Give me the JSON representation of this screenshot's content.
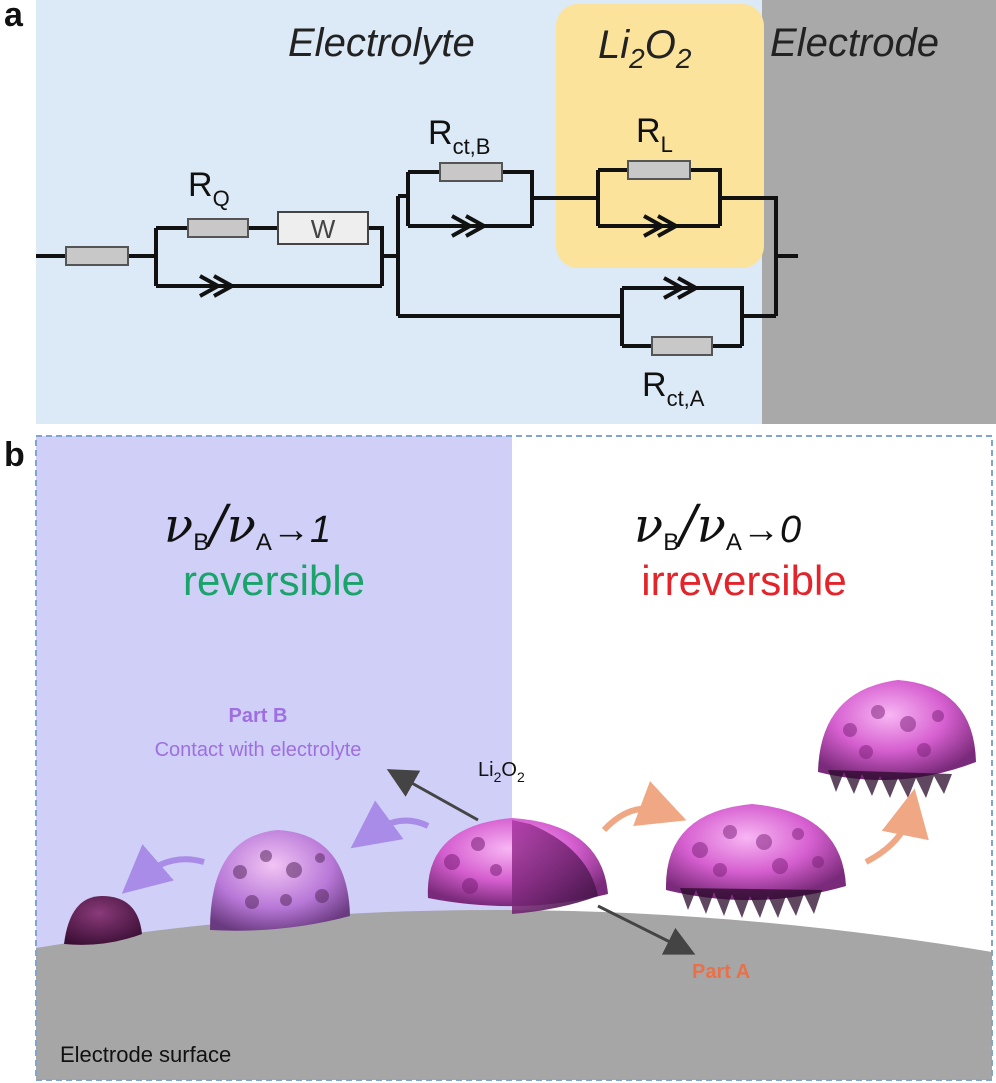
{
  "panel_a": {
    "letter": "a",
    "regions": {
      "electrolyte": "Electrolyte",
      "li2o2_base": "Li",
      "li2o2_sub1": "2",
      "li2o2_mid": "O",
      "li2o2_sub2": "2",
      "electrode": "Electrode"
    },
    "components": {
      "rq_base": "R",
      "rq_sub": "Q",
      "w": "W",
      "rctb_base": "R",
      "rctb_sub": "ct,B",
      "rl_base": "R",
      "rl_sub": "L",
      "rcta_base": "R",
      "rcta_sub": "ct,A"
    }
  },
  "panel_b": {
    "letter": "b",
    "left": {
      "nu1": "ν",
      "sub1": "B",
      "slash": "/",
      "nu2": "ν",
      "sub2": "A",
      "arrow": "→",
      "value": "1",
      "state": "reversible",
      "state_color": "#1aa36a"
    },
    "right": {
      "nu1": "ν",
      "sub1": "B",
      "slash": "/",
      "nu2": "ν",
      "sub2": "A",
      "arrow": "→",
      "value": "0",
      "state": "irreversible",
      "state_color": "#e3242b"
    },
    "part_b_title": "Part B",
    "part_b_desc": "Contact with electrolyte",
    "li2o2_label_base": "Li",
    "li2o2_label_sub1": "2",
    "li2o2_label_mid": "O",
    "li2o2_label_sub2": "2",
    "part_a_label": "Part A",
    "electrode_surface": "Electrode surface",
    "colors": {
      "left_bg": "#cfcff7",
      "part_b": "#9f6fe0",
      "part_a": "#e8714a",
      "arrow_purple": "#a98be8",
      "arrow_orange": "#f0a884"
    }
  }
}
